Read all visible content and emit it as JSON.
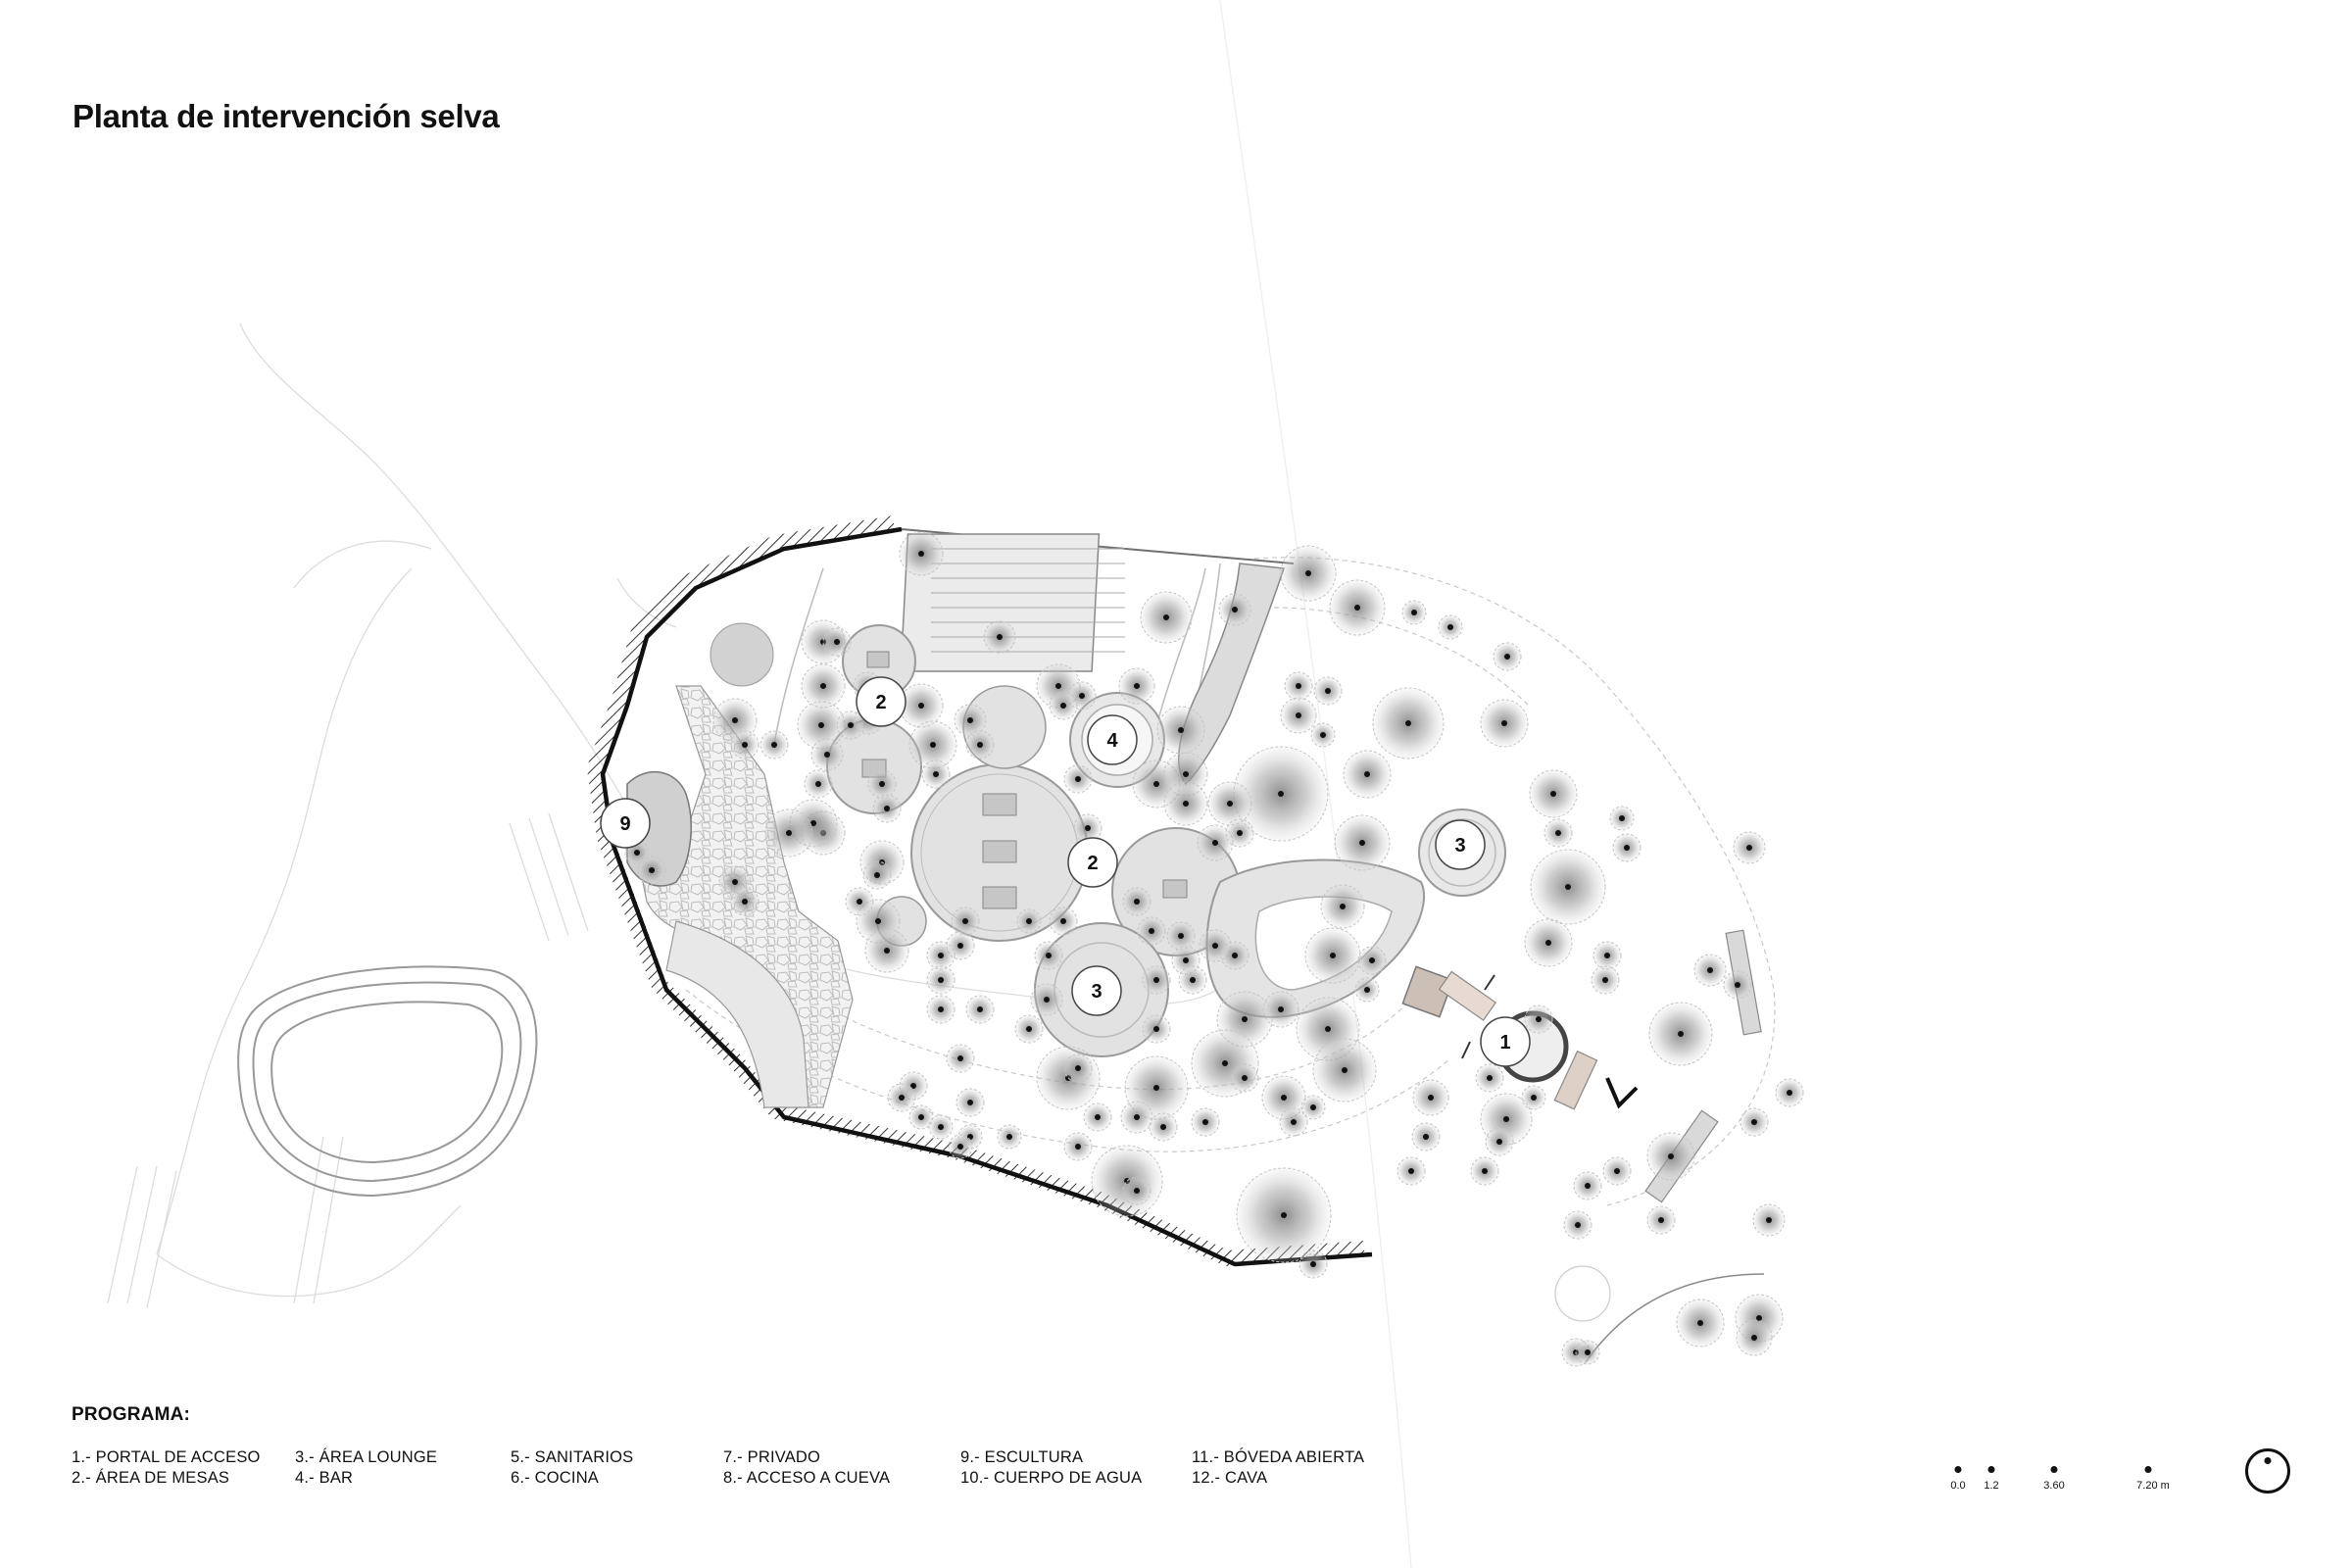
{
  "title": "Planta de intervención selva",
  "program": {
    "heading": "PROGRAMA:",
    "columns": [
      [
        "1.- PORTAL DE ACCESO",
        "2.- ÁREA DE MESAS"
      ],
      [
        "3.- ÁREA LOUNGE",
        "4.- BAR"
      ],
      [
        "5.- SANITARIOS",
        "6.- COCINA"
      ],
      [
        "7.- PRIVADO",
        "8.- ACCESO A CUEVA"
      ],
      [
        "9.- ESCULTURA",
        "10.- CUERPO DE AGUA"
      ],
      [
        "11.- BÓVEDA ABIERTA",
        "12.- CAVA"
      ]
    ]
  },
  "markers": [
    "2",
    "4",
    "9",
    "2",
    "3",
    "3",
    "1"
  ],
  "scale": {
    "labels": [
      "0.0",
      "1.2",
      "3.60",
      "7.20 m"
    ]
  },
  "colors": {
    "ink": "#111111",
    "tree": "#8a8a8a",
    "paving": "#d6d6d6",
    "contour": "#b8b8b8"
  },
  "icons": {
    "north": "north-arrow-icon",
    "tree": "tree-canopy-icon"
  }
}
